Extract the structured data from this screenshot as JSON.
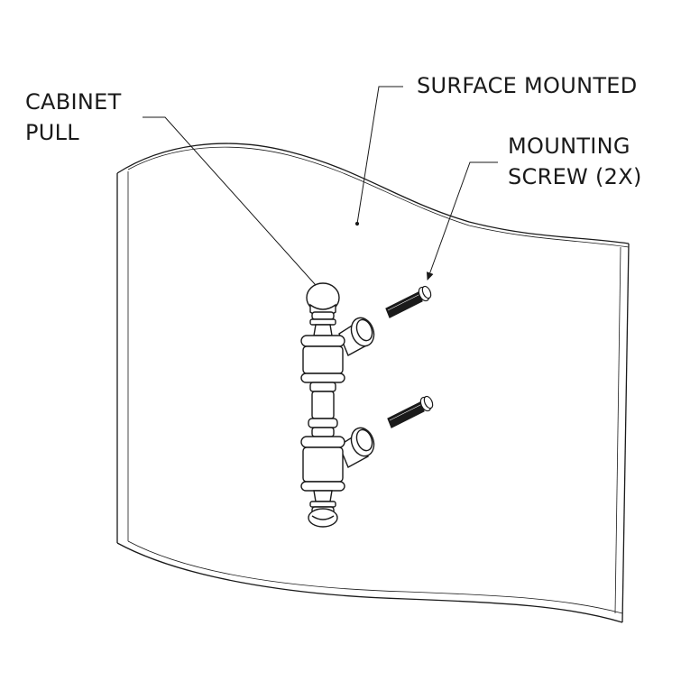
{
  "labels": {
    "cabinet_pull": {
      "line1": "CABINET",
      "line2": "PULL"
    },
    "surface_mounted": "SURFACE MOUNTED",
    "mounting_screw": {
      "line1": "MOUNTING",
      "line2": "SCREW (2X)"
    }
  },
  "colors": {
    "line": "#1a1a1a",
    "fill": "#ffffff",
    "background": "#ffffff"
  }
}
